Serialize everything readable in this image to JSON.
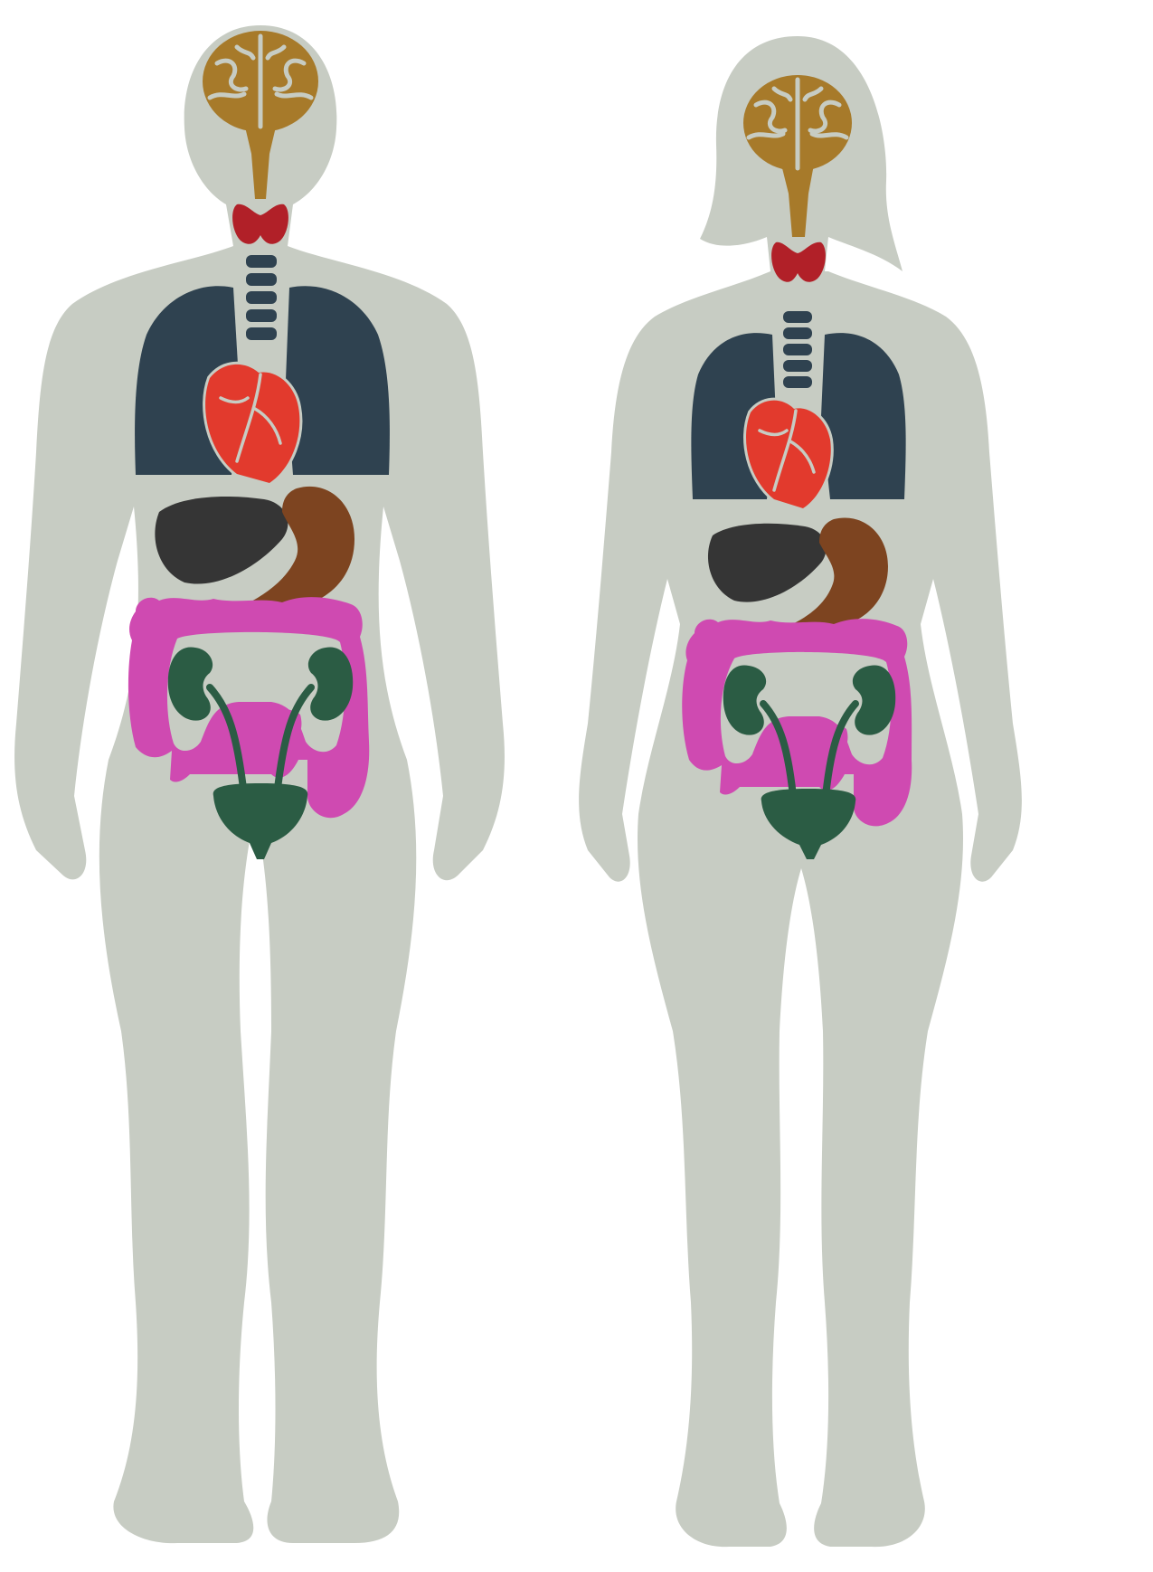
{
  "figures": [
    {
      "id": "male",
      "label": ""
    },
    {
      "id": "female",
      "label": ""
    }
  ],
  "organs": [
    "brain",
    "thyroid",
    "trachea",
    "lungs",
    "heart",
    "liver",
    "stomach",
    "intestines",
    "kidneys",
    "bladder"
  ],
  "colors": {
    "background": "#ffffff",
    "body": "#c7ccc3",
    "brain": "#a77a2a",
    "thyroid": "#b12028",
    "trachea": "#2f4250",
    "lungs": "#2f4250",
    "heart": "#e23a2d",
    "liver": "#353535",
    "stomach": "#7d4420",
    "intestines": "#cf4ab1",
    "kidneys": "#2b5c44",
    "bladder": "#2b5c44"
  }
}
